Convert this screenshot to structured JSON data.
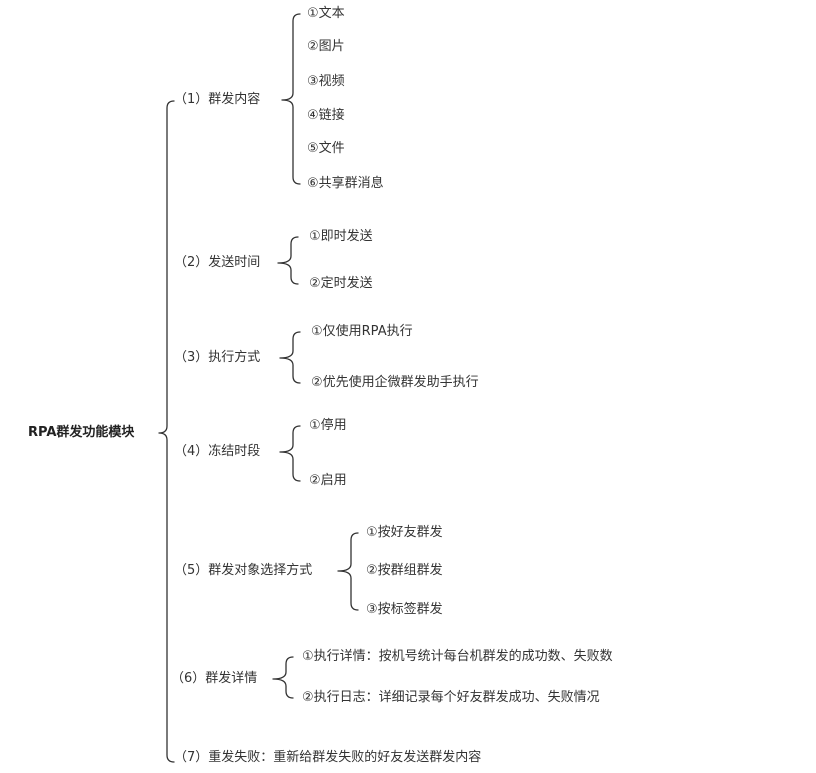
{
  "root": {
    "label": "RPA群发功能模块"
  },
  "branches": [
    {
      "label": "（1）群发内容",
      "children": [
        "①文本",
        "②图片",
        "③视频",
        "④链接",
        "⑤文件",
        "⑥共享群消息"
      ]
    },
    {
      "label": "（2）发送时间",
      "children": [
        "①即时发送",
        "②定时发送"
      ]
    },
    {
      "label": "（3）执行方式",
      "children": [
        "①仅使用RPA执行",
        "②优先使用企微群发助手执行"
      ]
    },
    {
      "label": "（4）冻结时段",
      "children": [
        "①停用",
        "②启用"
      ]
    },
    {
      "label": "（5）群发对象选择方式",
      "children": [
        "①按好友群发",
        "②按群组群发",
        "③按标签群发"
      ]
    },
    {
      "label": "（6）群发详情",
      "children": [
        "①执行详情：按机号统计每台机群发的成功数、失败数",
        "②执行日志：详细记录每个好友群发成功、失败情况"
      ]
    },
    {
      "label": "（7）重发失败：重新给群发失败的好友发送群发内容",
      "children": []
    }
  ]
}
